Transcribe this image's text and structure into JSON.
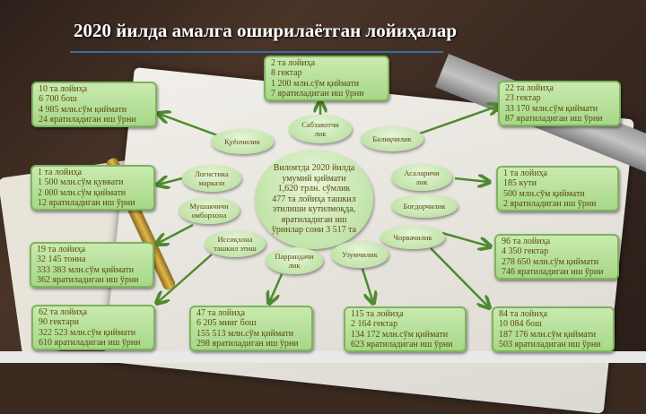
{
  "title": "2020 йилда амалга оширилаётган лойиҳалар",
  "center": "Вилоятда 2020 йилда\nумумий қиймати\n1,620 трлн. сўмлик\n477  та лойиҳа ташкил\nэтилиши кутилмоқда,\nяратиладиган иш\nўринлар сони 3 517 та",
  "sectors": {
    "sabzavot": {
      "label": "Сабзавотчи\nлик",
      "lines": [
        "2 та  лойиҳа",
        "8 гектар",
        "1 200 млн.сўм  қиймати",
        "7 яратиладиган иш ўрни"
      ]
    },
    "kuyi": {
      "label": "Қуёнчилик",
      "lines": [
        "10 та  лойиҳа",
        "6 700 бош",
        "4 985 млн.сўм  қиймати",
        "24 яратиладиган иш ўрни"
      ]
    },
    "baliq": {
      "label": "Балиқчилик",
      "lines": [
        "22 та  лойиҳа",
        "23 гектар",
        "33 170 млн.сўм  қиймати",
        "87 яратиладиган иш ўрни"
      ]
    },
    "logist": {
      "label": "Логистика\nмаркази",
      "lines": [
        "1 та  лойиҳа",
        "1 500 млн.сўм  қуввати",
        "2 000 млн.сўм  қиймати",
        "12 яратиладиган иш ўрни"
      ]
    },
    "asal": {
      "label": "Асаларичи\nлик",
      "lines": [
        "1 та  лойиҳа",
        "185 кути",
        "500 млн.сўм  қиймати",
        "2 яратиладиган иш ўрни"
      ]
    },
    "mushak": {
      "label": "Мушакчичи\nомборхона",
      "lines": [
        "19 та  лойиҳа",
        "32 145 тонна",
        "333 383 млн.сўм  қиймати",
        "362 яратиладиган иш ўрни"
      ]
    },
    "bogdor": {
      "label": "Боғдорчилик",
      "lines": [
        "62 та  лойиҳа",
        "90 гектари",
        "322 523 млн.сўм  қиймати",
        "610 яратиладиган иш ўрни"
      ]
    },
    "chorva": {
      "label": "Чорвачилик",
      "lines": [
        "96 та  лойиҳа",
        "4 350 гектар",
        "278 650 млн.сўм  қиймати",
        "746 яратиладиган иш ўрни"
      ]
    },
    "issiq": {
      "label": "Иссиқхона\nташкил этиш",
      "lines": []
    },
    "parranda": {
      "label": "Паррандачи\nлик",
      "lines": [
        "47 та  лойиҳа",
        "6 205 минг  бош",
        "155 513 млн.сўм  қиймати",
        "298 яратиладиган иш ўрни"
      ]
    },
    "uzum": {
      "label": "Узумчилик",
      "lines": [
        "115 та  лойиҳа",
        "2 164 гектар",
        "134 172 млн.сўм  қиймати",
        "623 яратиладиган иш ўрни"
      ]
    },
    "extra": {
      "lines": [
        "84 та  лойиҳа",
        "10 084 бош",
        "187 176 млн.сўм  қиймати",
        "503 яратиладиган иш ўрни"
      ]
    }
  },
  "colors": {
    "box": "#a6d887",
    "text": "#5a4a10",
    "arrow": "#4f8a2e"
  }
}
